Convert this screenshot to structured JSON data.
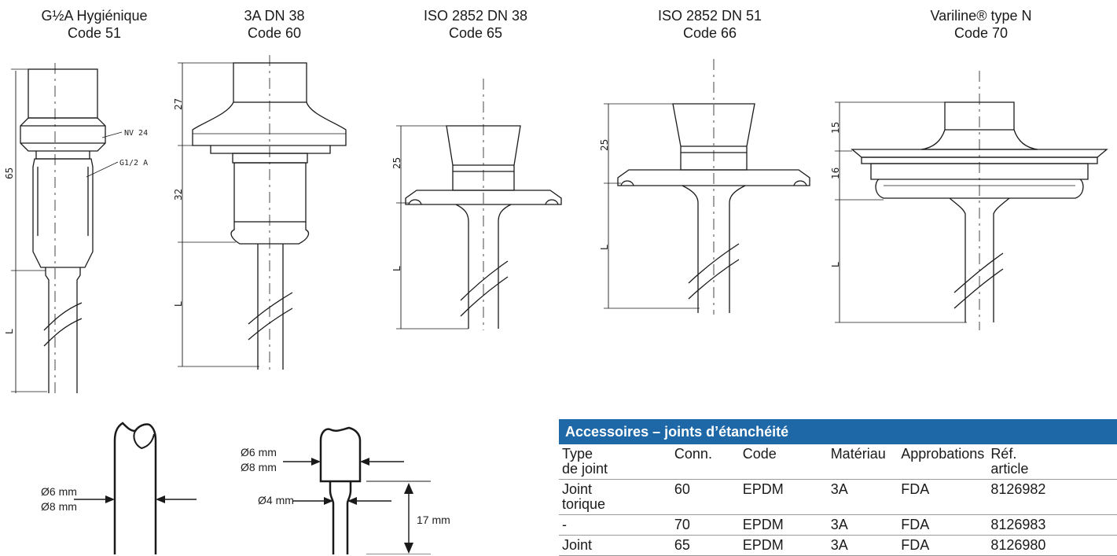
{
  "titles": [
    {
      "line1": "G½A Hygiénique",
      "line2": "Code 51"
    },
    {
      "line1": "3A DN 38",
      "line2": "Code 60"
    },
    {
      "line1": "ISO 2852 DN 38",
      "line2": "Code 65"
    },
    {
      "line1": "ISO 2852 DN 51",
      "line2": "Code 66"
    },
    {
      "line1": "Variline® type N",
      "line2": "Code 70"
    }
  ],
  "dimensions": {
    "d51_65": "65",
    "d51_L": "L",
    "d51_nv": "NV 24",
    "d51_g": "G1/2 A",
    "d60_27": "27",
    "d60_32": "32",
    "d60_L": "L",
    "d65_25": "25",
    "d65_L": "L",
    "d66_25": "25",
    "d66_L": "L",
    "d70_15": "15",
    "d70_16": "16",
    "d70_L": "L"
  },
  "tips": {
    "tip1_d1": "Ø6 mm",
    "tip1_d2": "Ø8 mm",
    "tip2_d1": "Ø6 mm",
    "tip2_d2": "Ø8 mm",
    "tip2_d3": "Ø4 mm",
    "tip2_len": "17 mm"
  },
  "accessories": {
    "title": "Accessoires – joints d’étanchéité",
    "headers": [
      "Type\nde joint",
      "Conn.",
      "Code",
      "Matériau",
      "Approbations",
      "Réf.\narticle"
    ],
    "rows": [
      [
        "Joint\ntorique",
        "60",
        "EPDM",
        "3A",
        "FDA",
        "8126982"
      ],
      [
        "-",
        "70",
        "EPDM",
        "3A",
        "FDA",
        "8126983"
      ],
      [
        "Joint",
        "65",
        "EPDM",
        "3A",
        "FDA",
        "8126980"
      ]
    ]
  },
  "colors": {
    "header_bg": "#1e68a8",
    "header_text": "#ffffff",
    "line": "#1a1a1a"
  }
}
